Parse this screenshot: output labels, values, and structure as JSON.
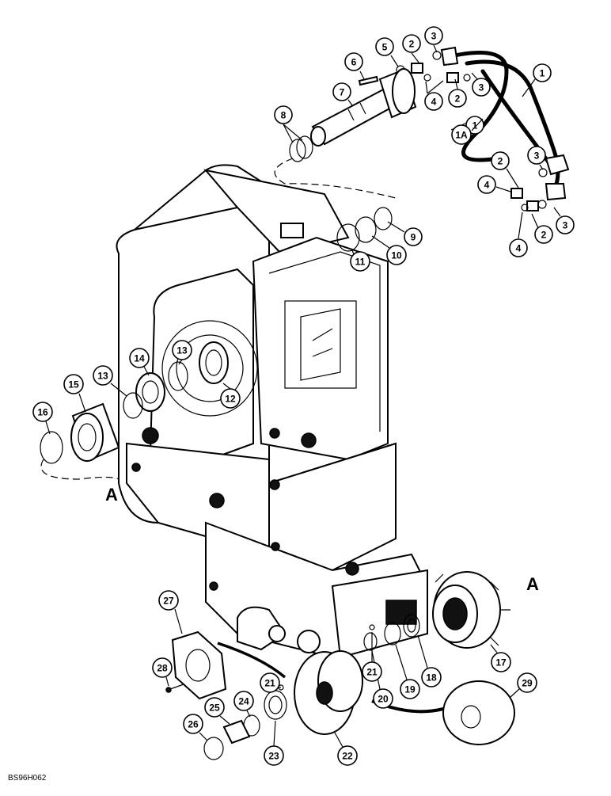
{
  "callouts": [
    {
      "label": "1"
    },
    {
      "label": "1"
    },
    {
      "label": "1A"
    },
    {
      "label": "2"
    },
    {
      "label": "2"
    },
    {
      "label": "2"
    },
    {
      "label": "2"
    },
    {
      "label": "3"
    },
    {
      "label": "3"
    },
    {
      "label": "3"
    },
    {
      "label": "3"
    },
    {
      "label": "4"
    },
    {
      "label": "4"
    },
    {
      "label": "4"
    },
    {
      "label": "5"
    },
    {
      "label": "6"
    },
    {
      "label": "7"
    },
    {
      "label": "8"
    },
    {
      "label": "9"
    },
    {
      "label": "10"
    },
    {
      "label": "11"
    },
    {
      "label": "12"
    },
    {
      "label": "13"
    },
    {
      "label": "13"
    },
    {
      "label": "14"
    },
    {
      "label": "15"
    },
    {
      "label": "16"
    },
    {
      "label": "17"
    },
    {
      "label": "18"
    },
    {
      "label": "19"
    },
    {
      "label": "20"
    },
    {
      "label": "21"
    },
    {
      "label": "21"
    },
    {
      "label": "22"
    },
    {
      "label": "23"
    },
    {
      "label": "24"
    },
    {
      "label": "25"
    },
    {
      "label": "26"
    },
    {
      "label": "27"
    },
    {
      "label": "28"
    },
    {
      "label": "29"
    }
  ],
  "section_marks": {
    "left": "A",
    "right": "A"
  },
  "figure_code": "BS96H062"
}
